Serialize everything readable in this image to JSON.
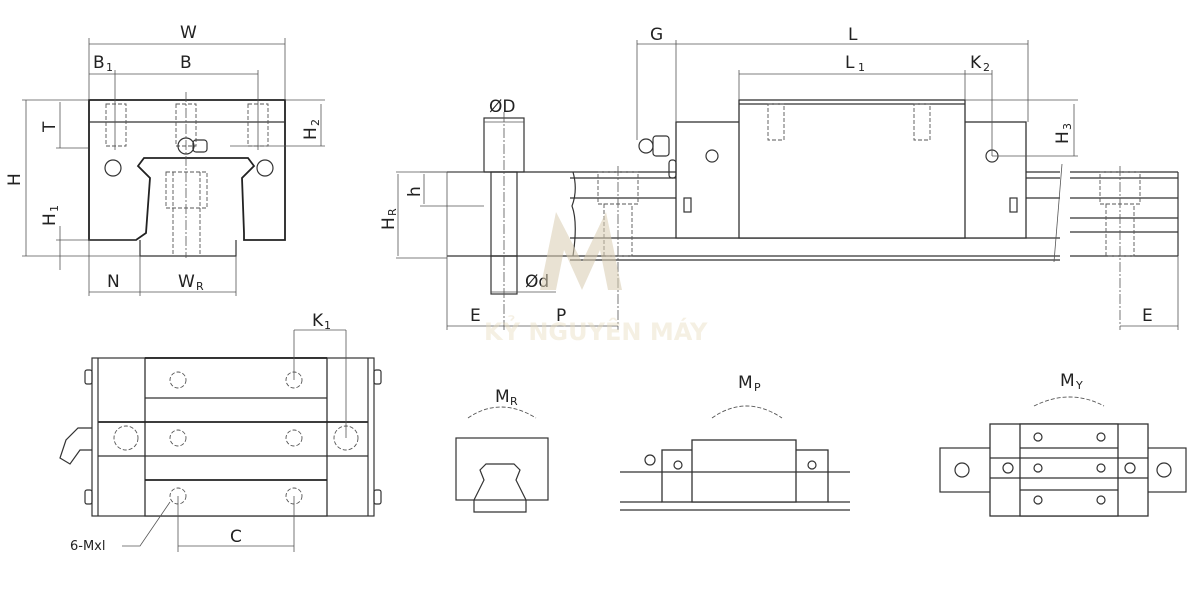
{
  "diagram": {
    "subject": "Linear guide block and rail dimension drawing",
    "front_view": {
      "labels": {
        "W": "W",
        "B1": "B",
        "B1_sub": "1",
        "B": "B",
        "H": "H",
        "T": "T",
        "H2": "H",
        "H2_sub": "2",
        "H1": "H",
        "H1_sub": "1",
        "N": "N",
        "WR": "W",
        "WR_sub": "R"
      }
    },
    "side_view": {
      "labels": {
        "G": "G",
        "L": "L",
        "L1": "L",
        "L1_sub": "1",
        "K2": "K",
        "K2_sub": "2",
        "H3": "H",
        "H3_sub": "3",
        "OD": "ØD",
        "h": "h",
        "HR": "H",
        "HR_sub": "R",
        "Od": "Ød",
        "E_left": "E",
        "P": "P",
        "E_right": "E"
      }
    },
    "top_view": {
      "labels": {
        "K1": "K",
        "K1_sub": "1",
        "C": "C",
        "bolt_note": "6-Mxl"
      }
    },
    "moment_views": [
      {
        "label": "M",
        "sub": "R",
        "name": "rolling-moment"
      },
      {
        "label": "M",
        "sub": "P",
        "name": "pitching-moment"
      },
      {
        "label": "M",
        "sub": "Y",
        "name": "yawing-moment"
      }
    ],
    "watermark": "KỶ NGUYÊN MÁY"
  }
}
